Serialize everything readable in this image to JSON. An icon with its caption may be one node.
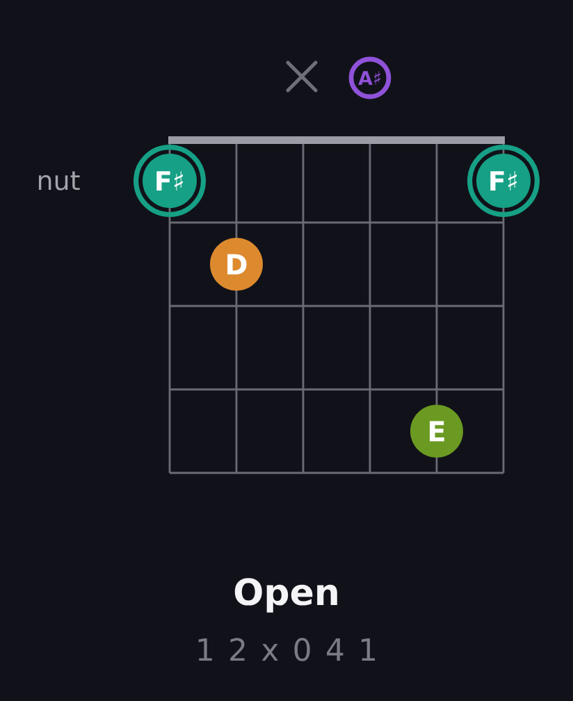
{
  "diagram": {
    "title": "Open",
    "nodes": [
      {
        "text": [
          "A♯"
        ]
      },
      {
        "text": [
          "F♯"
        ]
      },
      {
        "text": [
          "F♯"
        ]
      },
      {
        "text": [
          "D"
        ]
      },
      {
        "text": [
          "E"
        ]
      }
    ],
    "labels": [
      "nut",
      "1 2 x 0 4 1"
    ]
  }
}
